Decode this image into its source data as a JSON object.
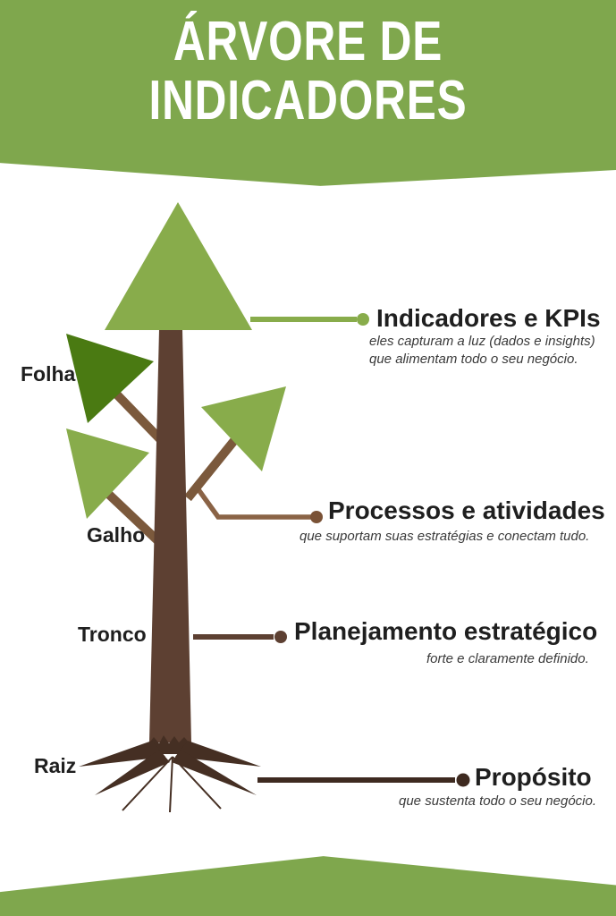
{
  "header": {
    "title_line1": "ÁRVORE DE",
    "title_line2": "INDICADORES"
  },
  "tree_labels": [
    {
      "id": "folha",
      "label": "Folha"
    },
    {
      "id": "galho",
      "label": "Galho"
    },
    {
      "id": "tronco",
      "label": "Tronco"
    },
    {
      "id": "raiz",
      "label": "Raiz"
    }
  ],
  "callouts": [
    {
      "id": "indicadores",
      "title": "Indicadores e KPIs",
      "subtitle_line1": "eles capturam a luz (dados e insights)",
      "subtitle_line2": "que alimentam todo o seu negócio."
    },
    {
      "id": "processos",
      "title": "Processos e atividades",
      "subtitle_line1": "que suportam suas estratégias  e conectam tudo."
    },
    {
      "id": "planejamento",
      "title": "Planejamento estratégico",
      "subtitle_line1": "forte e claramente definido."
    },
    {
      "id": "proposito",
      "title": "Propósito",
      "subtitle_line1": "que sustenta todo o seu negócio."
    }
  ],
  "colors": {
    "banner_green": "#7fa74d",
    "canopy_green": "#88ac4b",
    "leaf_dark_green": "#4a7a12",
    "trunk_brown": "#5d4032",
    "branch_brown": "#7b593c",
    "processos_line_brown": "#8a6346",
    "processos_dot_brown": "#7a5236",
    "tronco_line_brown": "#5d4032",
    "roots_dark_brown": "#452f23",
    "proposito_line_brown": "#3e2a20",
    "title_black": "#1f1f1f",
    "subtitle_gray": "#3a3a3a",
    "background_white": "#ffffff"
  }
}
